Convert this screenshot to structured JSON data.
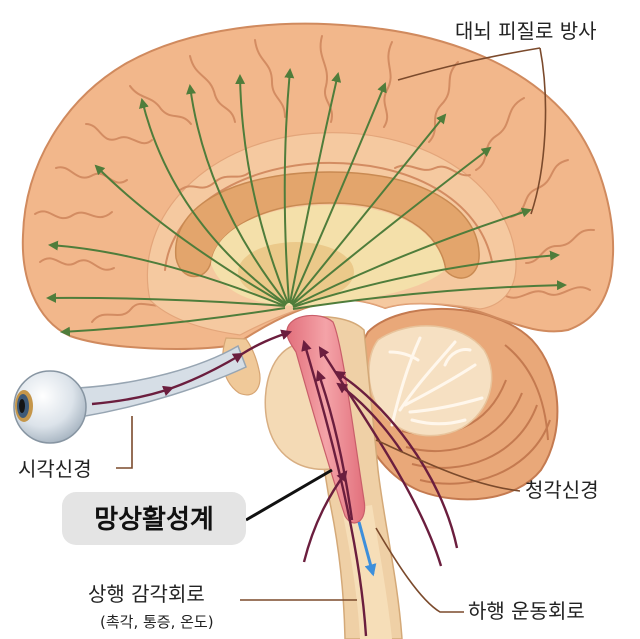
{
  "labels": {
    "cortex_projection": "대뇌 피질로 방사",
    "optic_nerve": "시각신경",
    "auditory_nerve": "청각신경",
    "reticular_activating_system": "망상활성계",
    "ascending_sensory": "상행 감각회로",
    "ascending_sensory_detail": "(촉각, 통증, 온도)",
    "descending_motor": "하행 운동회로"
  },
  "colors": {
    "cortex": "#F2B78B",
    "projection_arrows": "#4F7D3B",
    "sensory_paths": "#6B1E3E",
    "motor_path": "#3D8FDB",
    "reticular_formation": "#E97F8A",
    "label_box": "#E4E4E4"
  }
}
